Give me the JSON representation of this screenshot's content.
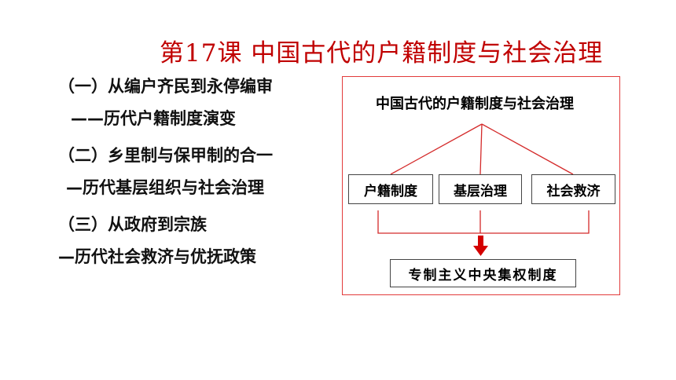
{
  "title": "第17课  中国古代的户籍制度与社会治理",
  "outline": [
    {
      "heading": "（一）从编户齐民到永停编审",
      "sub": "——历代户籍制度演变"
    },
    {
      "heading": "（二）乡里制与保甲制的合一",
      "sub": "—历代基层组织与社会治理"
    },
    {
      "heading": "（三）从政府到宗族",
      "sub": "—历代社会救济与优抚政策"
    }
  ],
  "diagram": {
    "title": "中国古代的户籍制度与社会治理",
    "branches": [
      "户籍制度",
      "基层治理",
      "社会救济"
    ],
    "result": "专制主义中央集权制度",
    "colors": {
      "lines": "#d42a2a",
      "arrow": "#d40000",
      "border": "#e23b3b"
    }
  }
}
